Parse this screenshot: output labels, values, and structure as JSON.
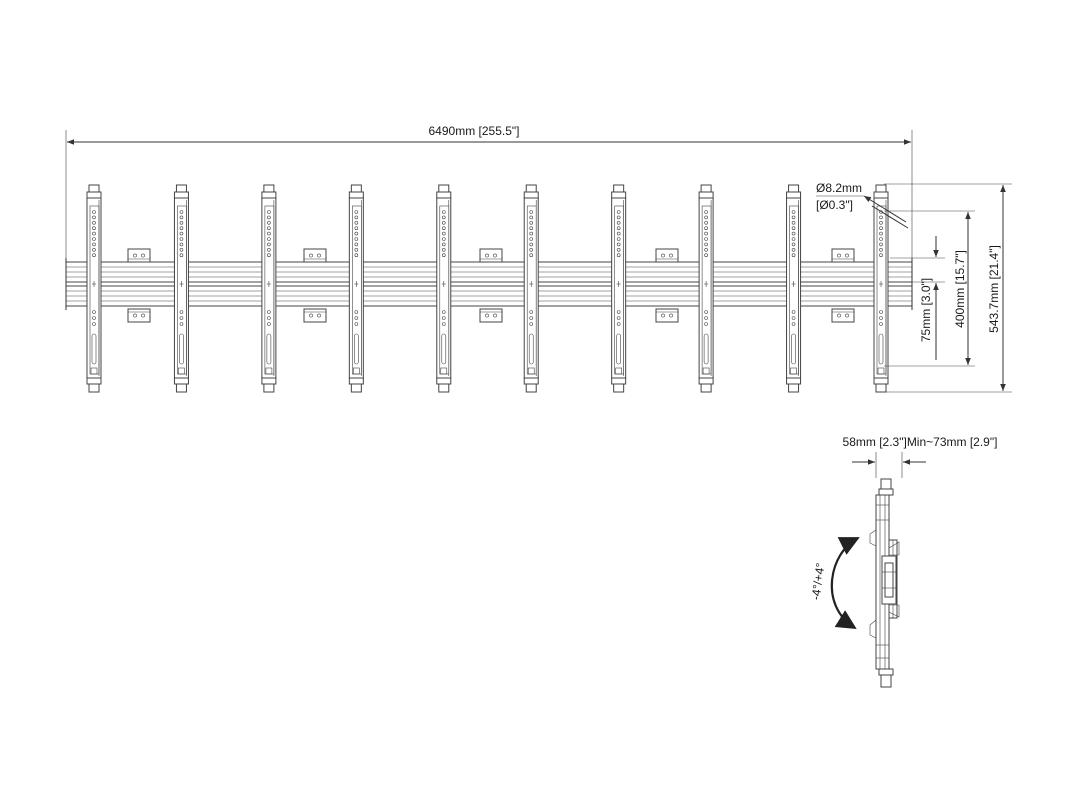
{
  "dimensions": {
    "overall_width": "6490mm [255.5\"]",
    "hole_diameter_line1": "Ø8.2mm",
    "hole_diameter_line2": "[Ø0.3\"]",
    "rail_spacing": "75mm [3.0\"]",
    "vesa_height": "400mm [15.7\"]",
    "overall_height": "543.7mm [21.4\"]",
    "depth": "58mm [2.3\"]Min~73mm [2.9\"]",
    "tilt": "-4°/+4°"
  },
  "assembly": {
    "upright_count": 10,
    "bracket_count": 5
  },
  "colors": {
    "line": "#333333",
    "background": "#ffffff"
  }
}
